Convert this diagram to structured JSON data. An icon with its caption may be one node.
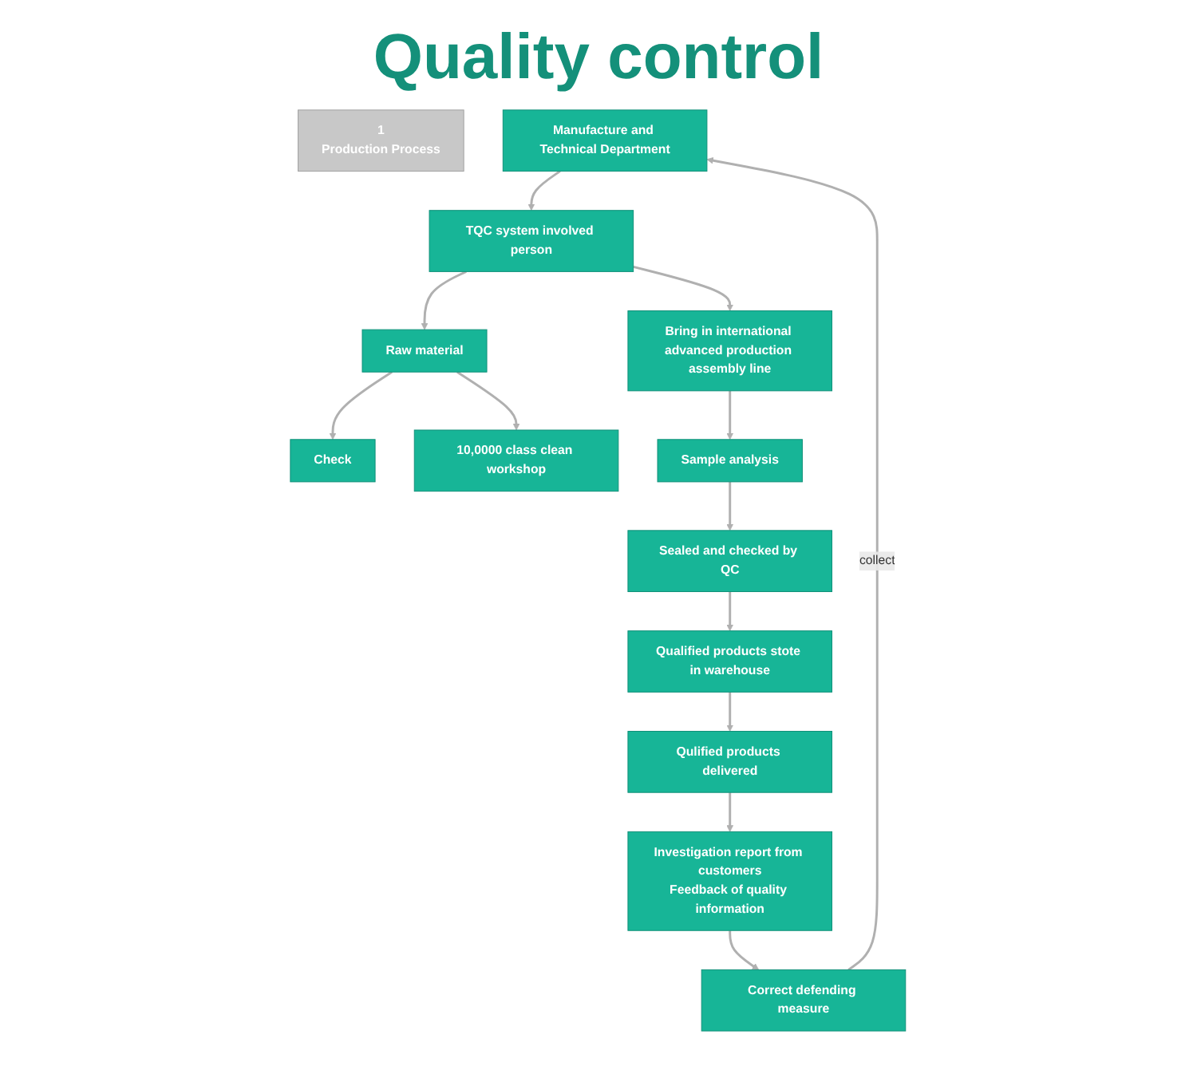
{
  "diagram": {
    "title": "Quality control",
    "nodes": [
      {
        "text": [
          "1",
          "Production Process"
        ]
      },
      {
        "text": [
          "Manufacture and Technical Department"
        ]
      },
      {
        "text": [
          "TQC system involved person"
        ]
      },
      {
        "text": [
          "Raw material"
        ]
      },
      {
        "text": [
          "Check"
        ]
      },
      {
        "text": [
          "Investigation report from customers",
          "Feedback of quality information"
        ]
      },
      {
        "text": [
          "Correct defending measure"
        ]
      },
      {
        "text": [
          "Bring in international advanced production assembly line"
        ]
      },
      {
        "text": [
          "10,0000 class clean workshop"
        ]
      },
      {
        "text": [
          "Sample analysis"
        ]
      },
      {
        "text": [
          "Qulified products delivered"
        ]
      },
      {
        "text": [
          "Sealed and checked by QC"
        ]
      },
      {
        "text": [
          "Qualified products stote in warehouse"
        ]
      }
    ],
    "edges": [
      {
        "from": 1,
        "to": 2,
        "arrow": "to"
      },
      {
        "from": 2,
        "to": 3,
        "arrow": "to"
      },
      {
        "from": 3,
        "to": 4,
        "arrow": "to"
      },
      {
        "from": 3,
        "to": 8,
        "arrow": "to"
      },
      {
        "from": 2,
        "to": 7,
        "arrow": "to"
      },
      {
        "from": 7,
        "to": 9,
        "arrow": "to"
      },
      {
        "from": 9,
        "to": 11,
        "arrow": "to"
      },
      {
        "from": 11,
        "to": 12,
        "arrow": "to"
      },
      {
        "from": 12,
        "to": 10,
        "arrow": "to"
      },
      {
        "from": 10,
        "to": 5,
        "arrow": "to"
      },
      {
        "from": 5,
        "to": 6,
        "arrow": "to"
      },
      {
        "from": 6,
        "to": 1,
        "arrow": "to",
        "label": "collect"
      }
    ]
  }
}
